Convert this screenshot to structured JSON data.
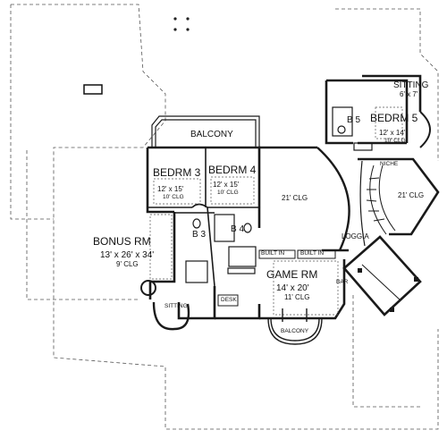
{
  "rooms": {
    "bonus": {
      "name": "BONUS RM",
      "dims": "13' x 26' x 34'",
      "clg": "9' CLG"
    },
    "bedrm3": {
      "name": "BEDRM 3",
      "dims": "12' x 15'",
      "clg": "10' CLG"
    },
    "bedrm4": {
      "name": "BEDRM 4",
      "dims": "12' x 15'",
      "clg": "10' CLG"
    },
    "bedrm5": {
      "name": "BEDRM 5",
      "dims": "12' x 14'",
      "clg": "10' CLG"
    },
    "game": {
      "name": "GAME RM",
      "dims": "14' x 20'",
      "clg": "11' CLG"
    },
    "sitting_upper": {
      "name": "SITTING",
      "dims": "6' x 7'"
    },
    "sitting_lower": {
      "name": "SITTING"
    },
    "b3": "B 3",
    "b4": "B 4",
    "b5": "B 5"
  },
  "labels": {
    "balcony_top": "BALCONY",
    "balcony_bottom": "BALCONY",
    "clg21_left": "21' CLG",
    "clg21_right": "21' CLG",
    "loggia": "LOGGIA",
    "niche": "NICHE",
    "built_in_1": "BUILT IN",
    "built_in_2": "BUILT IN",
    "bar": "BAR",
    "desk": "DESK"
  },
  "colors": {
    "wall": "#1a1a1a",
    "thin": "#333333",
    "dash": "#555555",
    "background": "#ffffff"
  }
}
